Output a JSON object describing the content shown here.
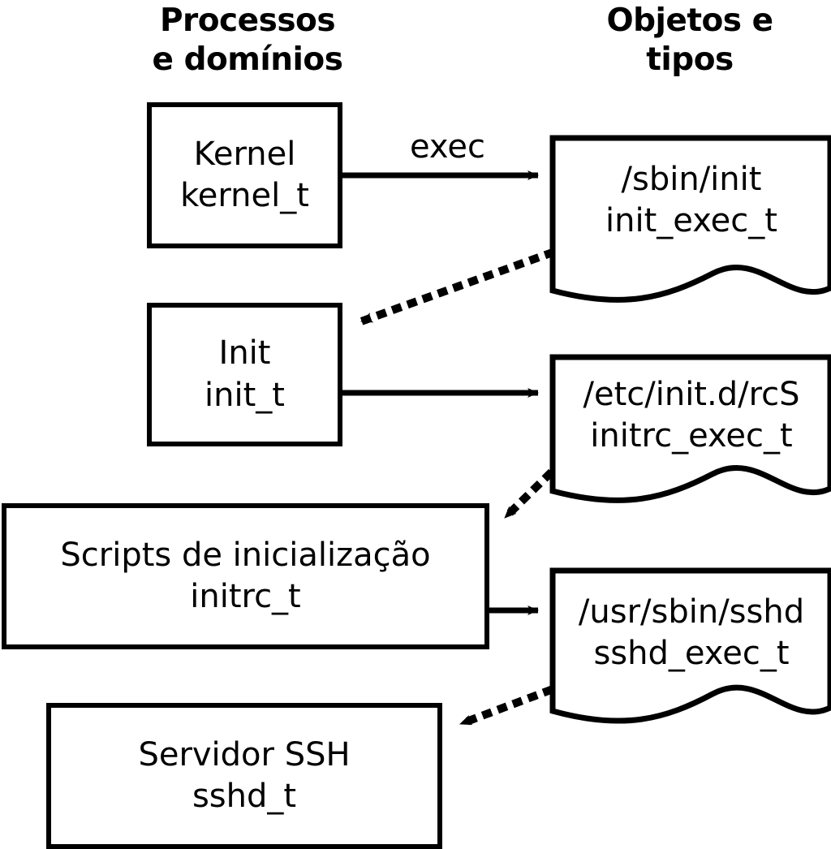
{
  "diagram": {
    "title_columns": {
      "processes": "Processos\ne domínios",
      "objects": "Objetos e\ntipos"
    },
    "colors": {
      "stroke": "#000000",
      "background": "#ffffff"
    },
    "process_nodes": [
      {
        "id": "kernel",
        "name": "Kernel",
        "type": "kernel_t"
      },
      {
        "id": "init",
        "name": "Init",
        "type": "init_t"
      },
      {
        "id": "initrc",
        "name": "Scripts de inicialização",
        "type": "initrc_t"
      },
      {
        "id": "sshd",
        "name": "Servidor SSH",
        "type": "sshd_t"
      }
    ],
    "object_nodes": [
      {
        "id": "init_exec",
        "path": "/sbin/init",
        "type": "init_exec_t"
      },
      {
        "id": "initrc_exec",
        "path": "/etc/init.d/rcS",
        "type": "initrc_exec_t"
      },
      {
        "id": "sshd_exec",
        "path": "/usr/sbin/sshd",
        "type": "sshd_exec_t"
      }
    ],
    "edges": [
      {
        "from": "kernel",
        "to": "init_exec",
        "label": "exec",
        "style": "solid"
      },
      {
        "from": "init_exec",
        "to": "init",
        "label": "",
        "style": "dotted"
      },
      {
        "from": "init",
        "to": "initrc_exec",
        "label": "",
        "style": "solid"
      },
      {
        "from": "initrc_exec",
        "to": "initrc",
        "label": "",
        "style": "dotted"
      },
      {
        "from": "initrc",
        "to": "sshd_exec",
        "label": "",
        "style": "solid"
      },
      {
        "from": "sshd_exec",
        "to": "sshd",
        "label": "",
        "style": "dotted"
      }
    ]
  }
}
